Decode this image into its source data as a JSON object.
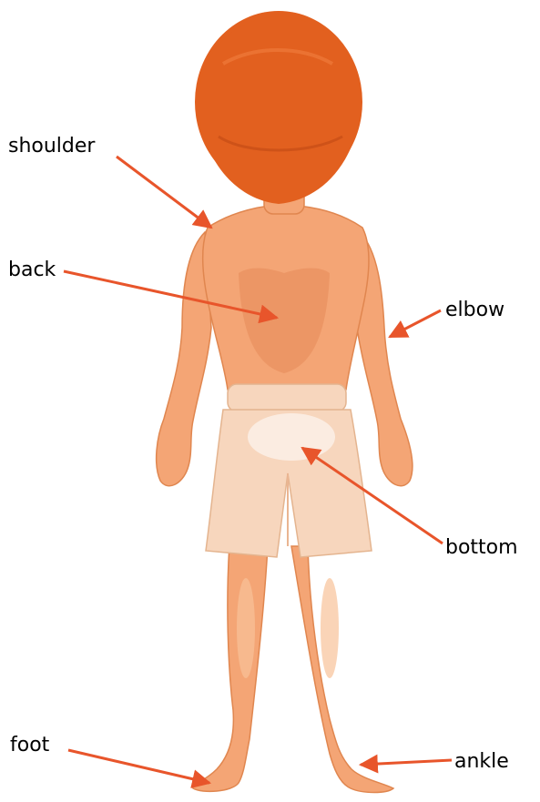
{
  "labels": {
    "shoulder": "shoulder",
    "back": "back",
    "elbow": "elbow",
    "bottom": "bottom",
    "foot": "foot",
    "ankle": "ankle"
  },
  "colors": {
    "arrow": "#e8552b",
    "hair": "#e2601f",
    "hair_dark": "#c24a14",
    "skin": "#f4a575",
    "skin_shadow": "#e58a58",
    "skin_light": "#f8c299",
    "shorts": "#f7d6bd",
    "shorts_shadow": "#eab592"
  }
}
